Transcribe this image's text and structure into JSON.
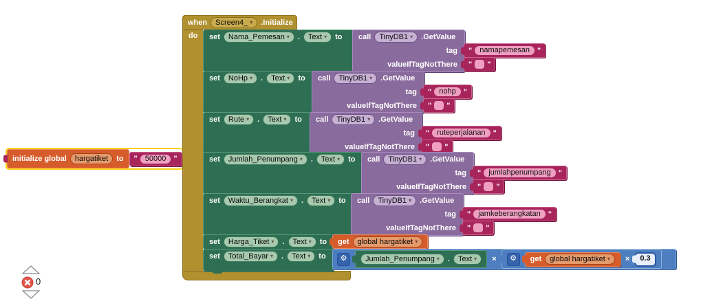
{
  "labels": {
    "set": "set",
    "dot": ".",
    "prop": "Text",
    "to": "to",
    "call": "call",
    "db": "TinyDB1",
    "method": ".GetValue",
    "tag": "tag",
    "value_if": "valueIfTagNotThere",
    "get": "get",
    "times": "×",
    "quote": "\""
  },
  "when_block": {
    "when": "when",
    "screen": "Screen4_",
    "event": ".Initialize",
    "do": "do"
  },
  "init_block": {
    "prefix": "initialize global",
    "name": "hargatiket",
    "to": "to",
    "value": "50000"
  },
  "rows": [
    {
      "component": "Nama_Pemesan",
      "tag_value": "namapemesan"
    },
    {
      "component": "NoHp",
      "tag_value": "nohp"
    },
    {
      "component": "Rute",
      "tag_value": "ruteperjalanan"
    },
    {
      "component": "Jumlah_Penumpang",
      "tag_value": "jumlahpenumpang"
    },
    {
      "component": "Waktu_Berangkat",
      "tag_value": "jamkeberangkatan"
    }
  ],
  "harga_row": {
    "component": "Harga_Tiket",
    "variable": "global hargatiket"
  },
  "total_row": {
    "component": "Total_Bayar",
    "operand_component": "Jumlah_Penumpang",
    "operand_prop": "Text",
    "variable": "global hargatiket",
    "multiplier": "0.3"
  },
  "icons": {
    "dropdown": "▾",
    "gear": "⚙"
  },
  "status_bar": {
    "error_count": "0"
  },
  "colors": {
    "event": "#b1902f",
    "setter": "#2e6e53",
    "method": "#8a6b9d",
    "text": "#a8255c",
    "variable": "#d65c2b",
    "math": "#4d7fc0",
    "selection": "#fdd017",
    "error": "#e2574c"
  }
}
